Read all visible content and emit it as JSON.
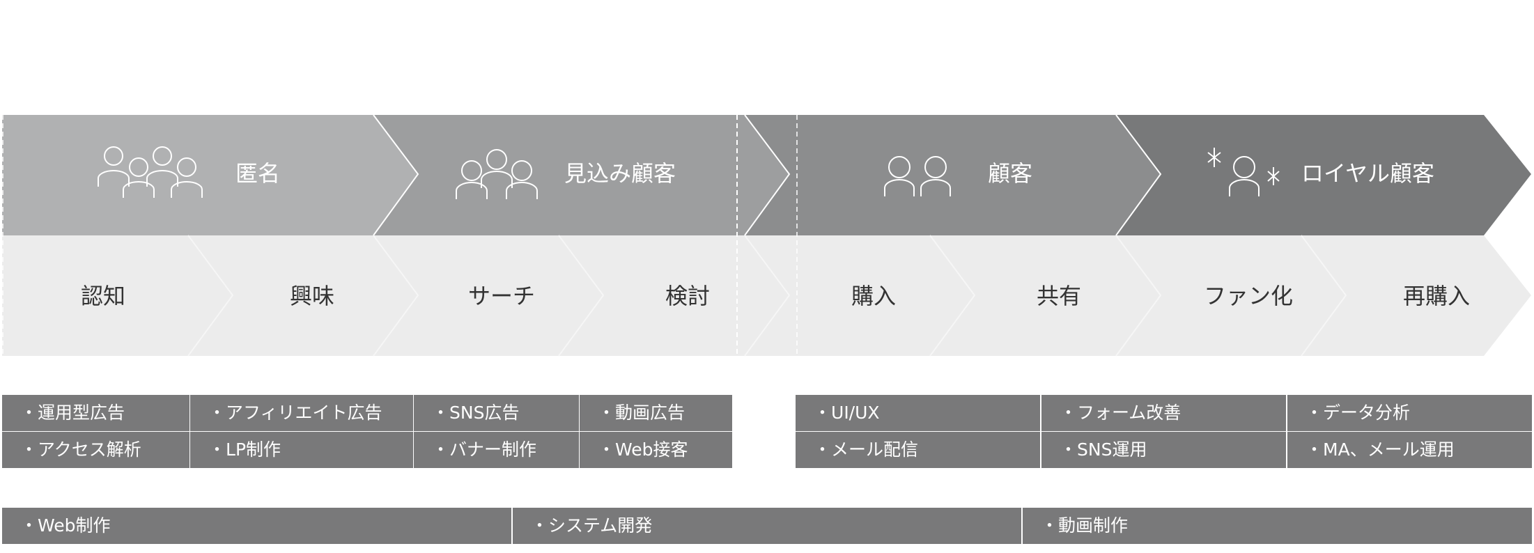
{
  "colors": {
    "stage_1": "#b0b1b2",
    "stage_2": "#9d9e9f",
    "stage_3": "#8c8d8e",
    "stage_4": "#78797a",
    "step_band": "#ececec",
    "step_text": "#333333",
    "cell_bg": "#79797a",
    "cell_text": "#ffffff",
    "icon_stroke": "#ffffff"
  },
  "stages": [
    {
      "label": "匿名",
      "icon": "group-of-four-people-icon"
    },
    {
      "label": "見込み顧客",
      "icon": "group-of-three-people-icon"
    },
    {
      "label": "顧客",
      "icon": "two-people-icon"
    },
    {
      "label": "ロイヤル顧客",
      "icon": "person-with-sparkles-icon"
    }
  ],
  "steps": [
    "認知",
    "興味",
    "サーチ",
    "検討",
    "購入",
    "共有",
    "ファン化",
    "再購入"
  ],
  "prepurchase_measures": [
    [
      "運用型広告",
      "アフィリエイト広告",
      "SNS広告",
      "動画広告"
    ],
    [
      "アクセス解析",
      "LP制作",
      "バナー制作",
      "Web接客"
    ]
  ],
  "postpurchase_measures": [
    [
      "UI/UX",
      "フォーム改善",
      "データ分析"
    ],
    [
      "メール配信",
      "SNS運用",
      "MA、メール運用"
    ]
  ],
  "production_services": [
    "Web制作",
    "システム開発",
    "動画制作"
  ]
}
